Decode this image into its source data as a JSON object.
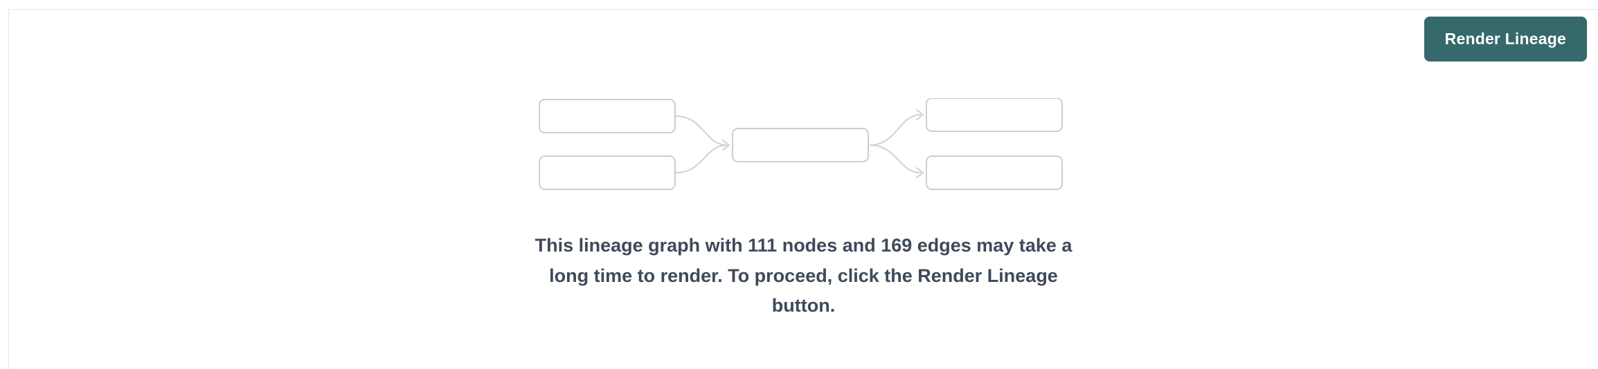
{
  "toolbar": {
    "render_button_label": "Render Lineage"
  },
  "empty_state": {
    "illustration": "lineage-graph-placeholder",
    "message": "This lineage graph with 111 nodes and 169 edges may take a long time to render. To proceed, click the Render Lineage button."
  },
  "lineage": {
    "node_count": "111",
    "edge_count": "169"
  },
  "colors": {
    "accent": "#35696c",
    "placeholder_border": "#c9ced7",
    "message_text": "#3e4a5a",
    "divider": "#e4e7ec"
  }
}
